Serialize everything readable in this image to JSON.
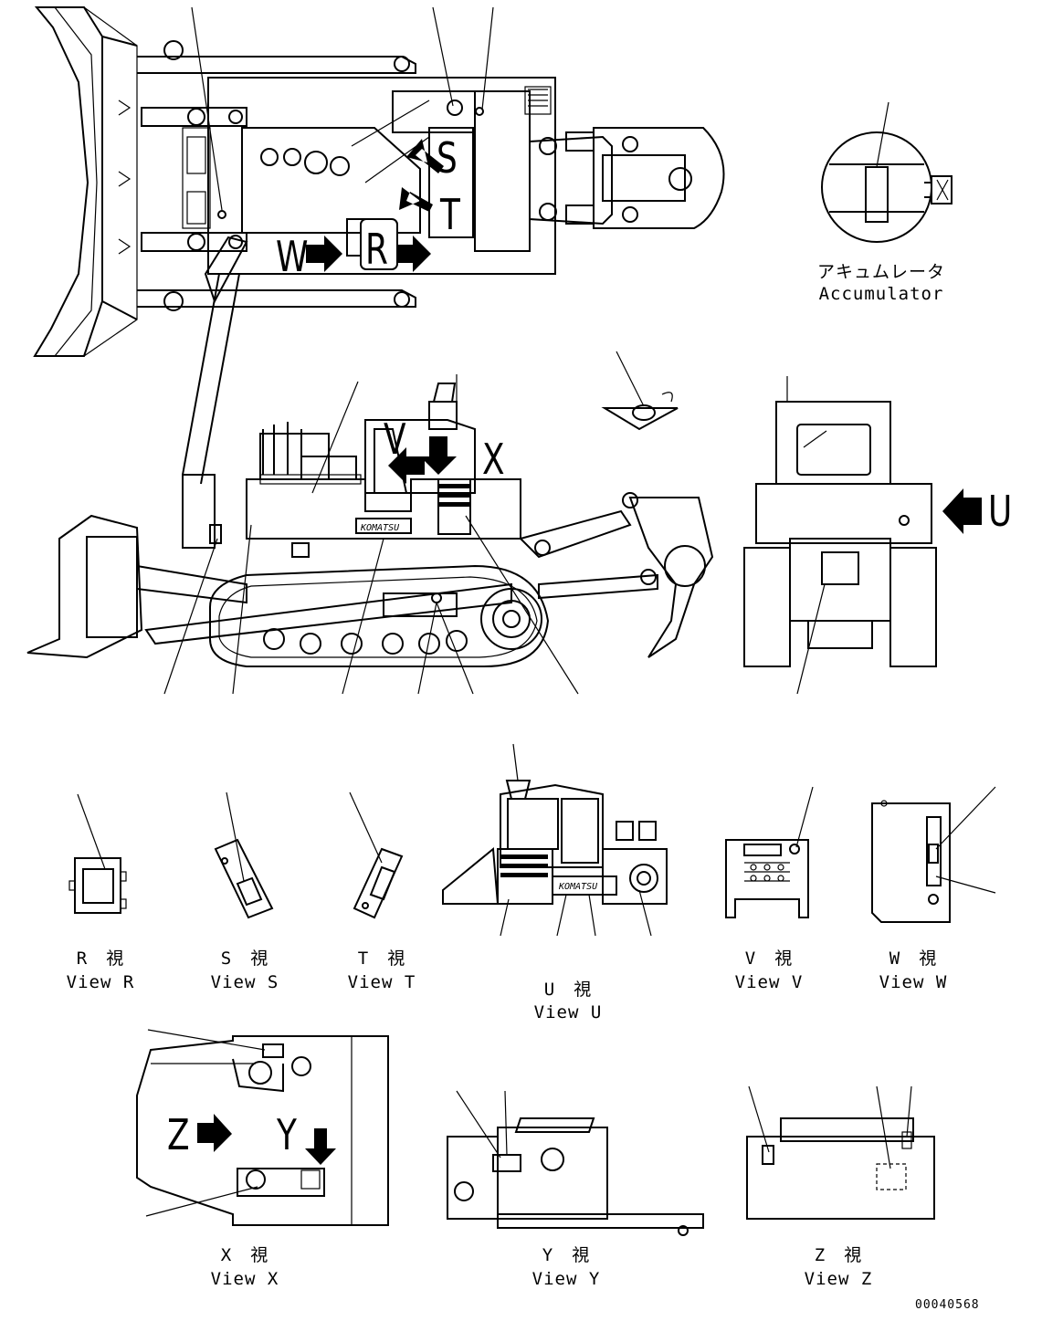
{
  "accumulator": {
    "label_jp": "アキュムレータ",
    "label_en": "Accumulator"
  },
  "view_letters": {
    "s": "S",
    "t": "T",
    "w": "W",
    "r": "R",
    "v": "V",
    "x": "X",
    "u": "U",
    "z": "Z",
    "y": "Y"
  },
  "views": {
    "r": {
      "jp": "R　視",
      "en": "View R"
    },
    "s": {
      "jp": "S　視",
      "en": "View S"
    },
    "t": {
      "jp": "T　視",
      "en": "View T"
    },
    "u": {
      "jp": "U　視",
      "en": "View U"
    },
    "v": {
      "jp": "V　視",
      "en": "View V"
    },
    "w": {
      "jp": "W　視",
      "en": "View W"
    },
    "x": {
      "jp": "X　視",
      "en": "View X"
    },
    "y": {
      "jp": "Y　視",
      "en": "View Y"
    },
    "z": {
      "jp": "Z　視",
      "en": "View Z"
    }
  },
  "drawing_number": "00040568",
  "brand_plate": "KOMATSU"
}
